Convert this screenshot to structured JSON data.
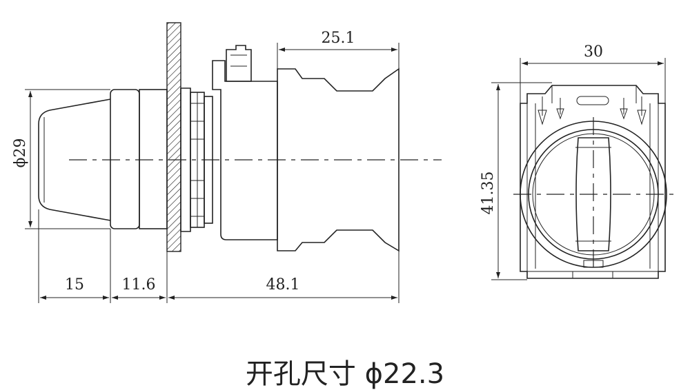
{
  "caption": "开孔尺寸 ϕ22.3",
  "dimensions": {
    "top_body_length": "25.1",
    "diameter": "ϕ29",
    "knob_length": "15",
    "front_length": "11.6",
    "rear_length": "48.1",
    "front_width": "30",
    "front_height": "41.35"
  }
}
